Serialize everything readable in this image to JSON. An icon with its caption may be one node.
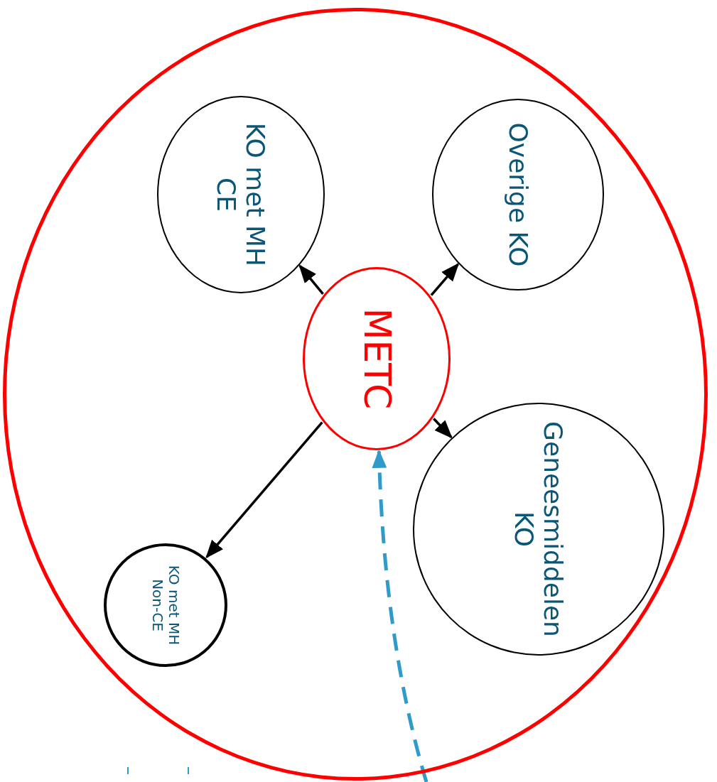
{
  "diagram": {
    "nodes": [
      {
        "text": [],
        "shape": "circle"
      },
      {
        "text": [
          "KO met MH CE"
        ],
        "in": 0
      },
      {
        "text": [
          "Overige KO"
        ],
        "in": 0
      },
      {
        "text": [
          "METC"
        ],
        "in": 0
      },
      {
        "text": [
          "Geneesmiddelen KO"
        ],
        "in": 0
      },
      {
        "text": [
          "KO met MH Non-CE"
        ],
        "in": 0
      }
    ],
    "edges": [
      {
        "from": 3,
        "to": 1,
        "arrow": "to"
      },
      {
        "from": 3,
        "to": 2,
        "arrow": "to"
      },
      {
        "from": 3,
        "to": 4,
        "arrow": "to"
      },
      {
        "from": 3,
        "to": 5,
        "arrow": "to"
      },
      {
        "from": null,
        "to": 3,
        "arrow": "to",
        "style": "dashed",
        "color": "#2e9bcb"
      }
    ]
  }
}
